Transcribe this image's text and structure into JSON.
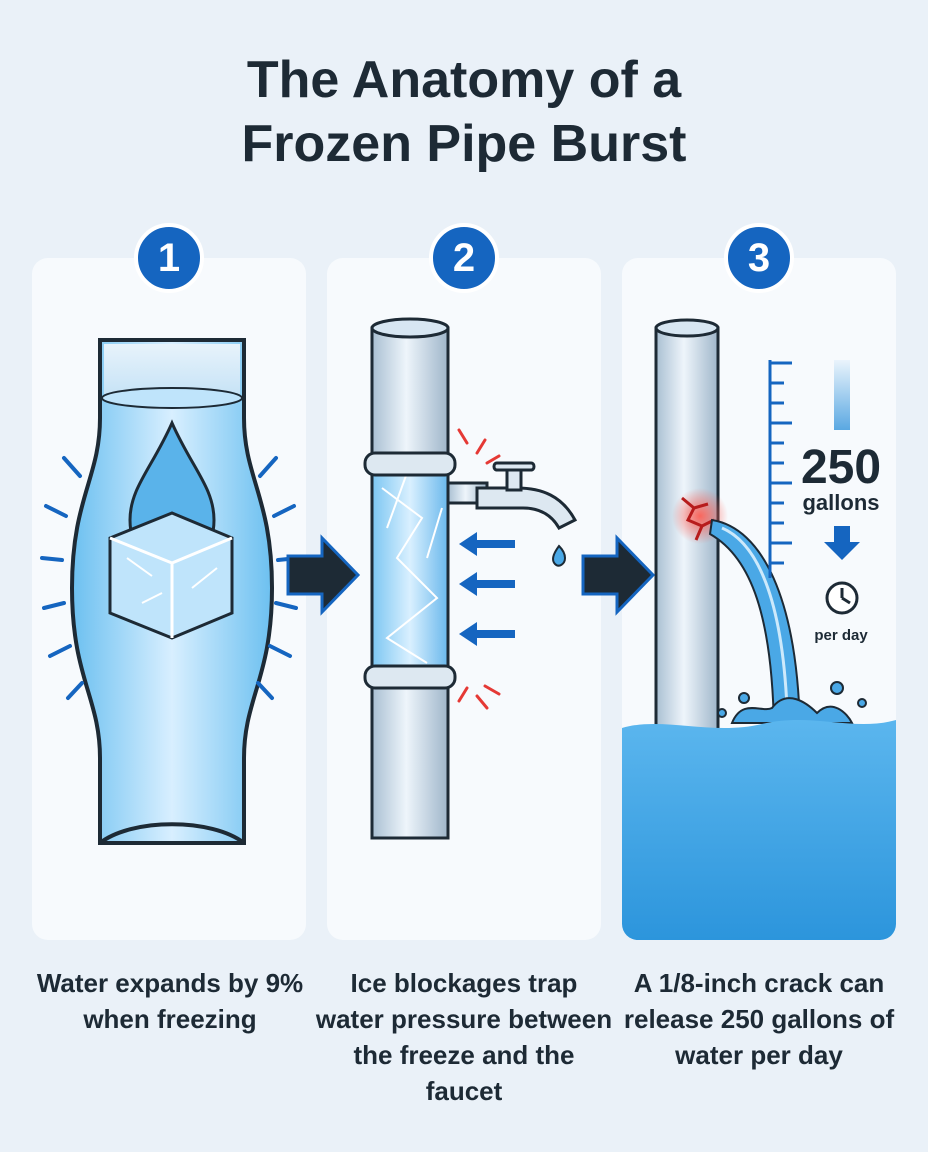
{
  "title": {
    "line1": "The Anatomy of a",
    "line2": "Frozen Pipe Burst"
  },
  "steps": [
    {
      "number": "1",
      "caption": "Water expands by 9% when freezing"
    },
    {
      "number": "2",
      "caption": "Ice blockages trap water pressure between the freeze and the faucet"
    },
    {
      "number": "3",
      "caption": "A 1/8-inch crack can release 250 gallons of water per day"
    }
  ],
  "stat": {
    "value": "250",
    "unit": "gallons",
    "period": "per day"
  },
  "colors": {
    "accent": "#1565c0",
    "water": "#4aa8e6",
    "alert": "#e53935",
    "arrow": "#1d2a35"
  }
}
